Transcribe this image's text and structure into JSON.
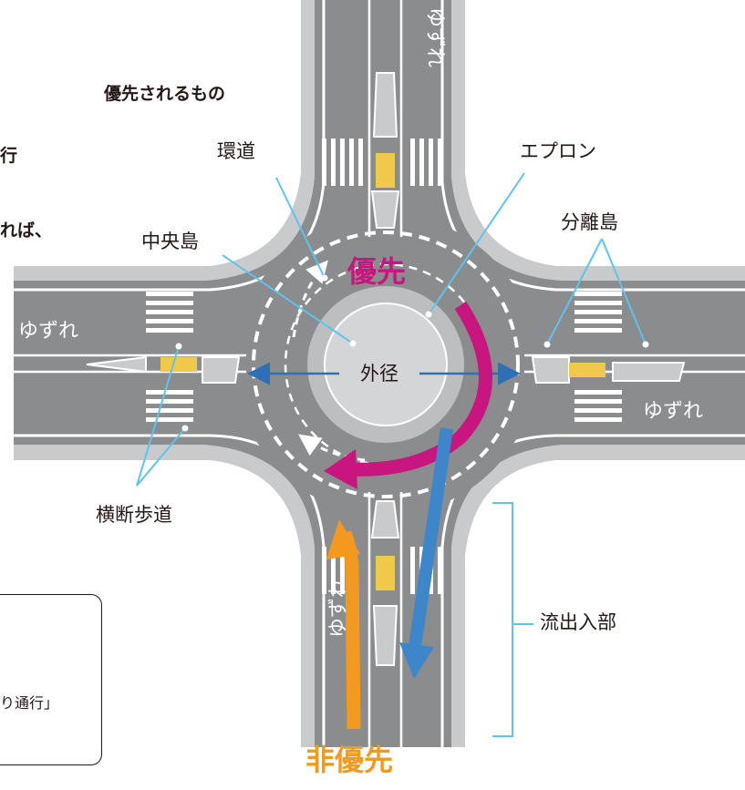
{
  "left_text": {
    "line1": "優先されるもの",
    "line2": "行",
    "line3": "れば、"
  },
  "note": {
    "text": "り通行」"
  },
  "labels": {
    "kando": "環道",
    "apron": "エプロン",
    "central_island": "中央島",
    "splitter_island": "分離島",
    "outer_diameter": "外径",
    "crosswalk": "横断歩道",
    "entry_exit": "流出入部",
    "priority": "優先",
    "non_priority": "非優先"
  },
  "road_markings": {
    "top": "ゆずれ",
    "left": "ゆずれ",
    "right": "ゆずれ",
    "bottom": "ゆずれ"
  },
  "colors": {
    "road": "#8a8c8e",
    "curb": "#c9cacb",
    "priority": "#c8167e",
    "non_priority": "#f39a1e",
    "exit_arrow": "#3d86c9",
    "leader_line": "#5ec3ee",
    "diameter_arrow": "#2f6fb5",
    "zebra_yellow": "#f1c94a"
  }
}
